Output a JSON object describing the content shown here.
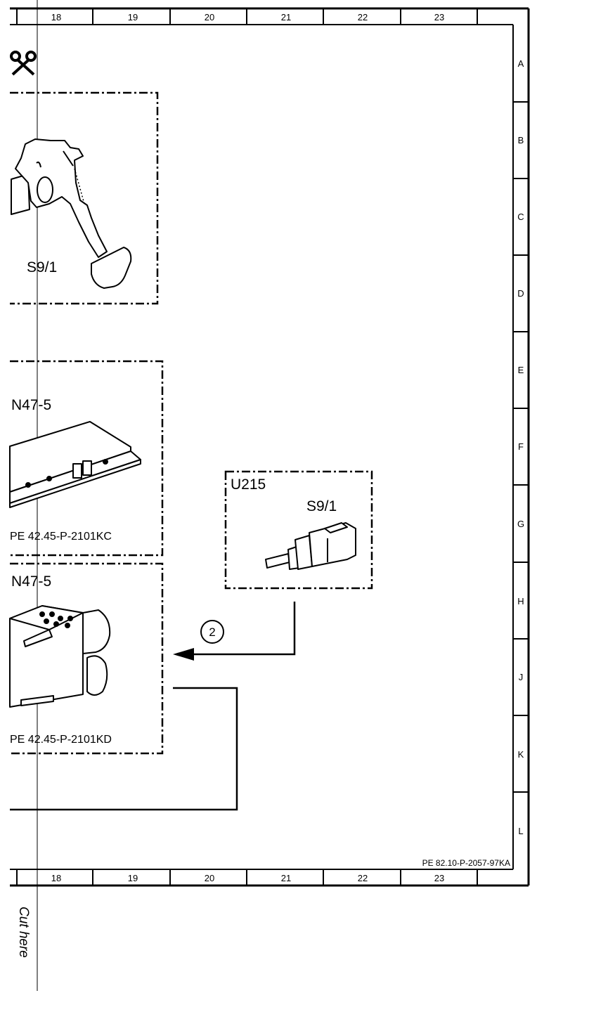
{
  "frame": {
    "columns": [
      "18",
      "19",
      "20",
      "21",
      "22",
      "23"
    ],
    "rows": [
      "A",
      "B",
      "C",
      "D",
      "E",
      "F",
      "G",
      "H",
      "J",
      "K",
      "L"
    ],
    "sheet_ref": "PE 82.10-P-2057-97KA"
  },
  "cut_text": "Cut here",
  "components": {
    "pedal": {
      "label": "S9/1"
    },
    "module_kc": {
      "label": "N47-5",
      "ref": "PE 42.45-P-2101KC"
    },
    "module_kd": {
      "label": "N47-5",
      "ref": "PE 42.45-P-2101KD"
    },
    "u215": {
      "label": "U215",
      "sublabel": "S9/1"
    }
  },
  "callout": {
    "number": "2"
  },
  "icons": {
    "scissors": "scissors-icon"
  }
}
